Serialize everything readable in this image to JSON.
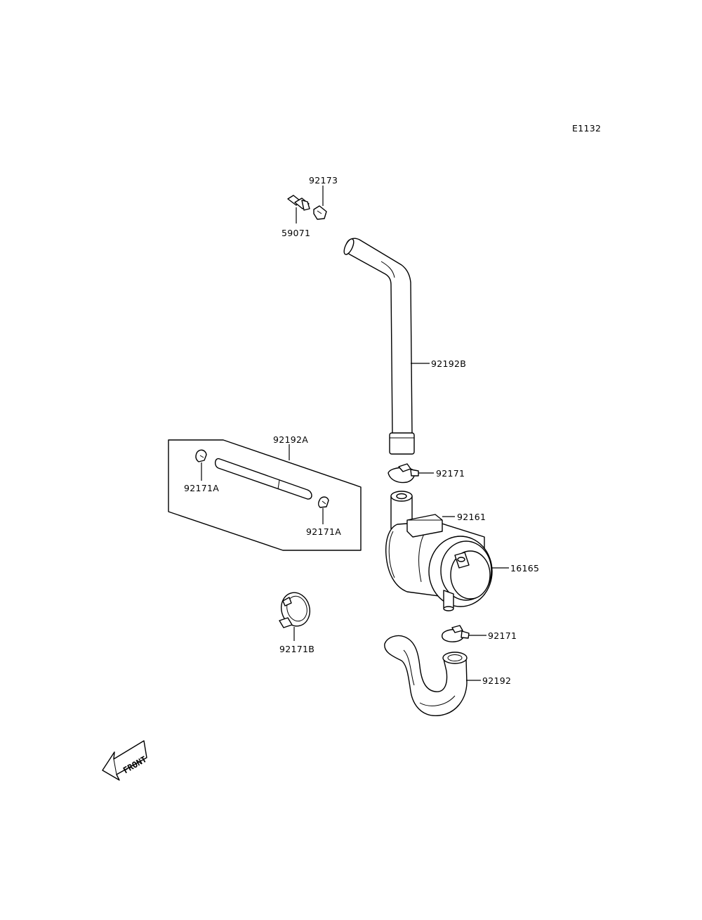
{
  "diagram_code": "E1132",
  "parts": {
    "p92173": "92173",
    "p59071": "59071",
    "p92192B": "92192B",
    "p92192A": "92192A",
    "p92171_left": "92171A",
    "p92171_mid": "92171A",
    "p92171_top": "92171",
    "p92161": "92161",
    "p16165": "16165",
    "p92171B": "92171B",
    "p92171_bottom": "92171",
    "p92192": "92192"
  },
  "front_marker": "FRONT"
}
